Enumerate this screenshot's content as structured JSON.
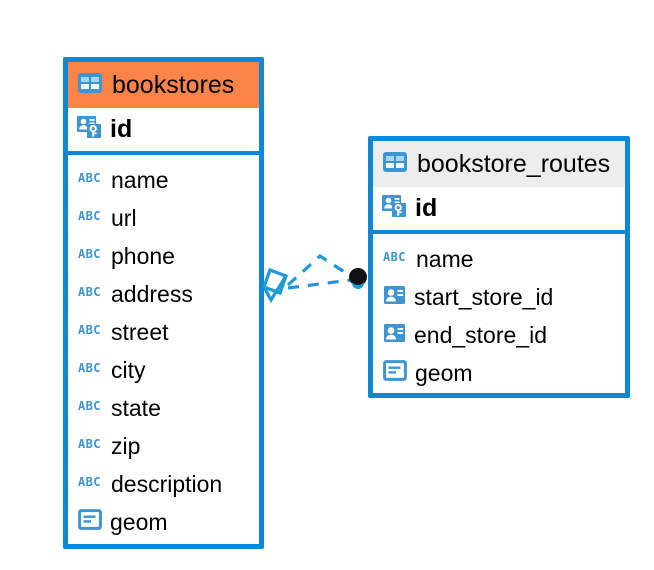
{
  "diagram": {
    "type": "entity-relationship-diagram",
    "background_color": "#ffffff",
    "accent_color": "#0e87d4",
    "highlight_color": "#fd8448",
    "header_gray": "#ededed"
  },
  "entities": [
    {
      "name": "bookstores",
      "header_style": "accent-orange",
      "primary_key": {
        "name": "id",
        "icon": "primary-key-icon"
      },
      "fields": [
        {
          "name": "name",
          "icon": "abc-text-icon"
        },
        {
          "name": "url",
          "icon": "abc-text-icon"
        },
        {
          "name": "phone",
          "icon": "abc-text-icon"
        },
        {
          "name": "address",
          "icon": "abc-text-icon"
        },
        {
          "name": "street",
          "icon": "abc-text-icon"
        },
        {
          "name": "city",
          "icon": "abc-text-icon"
        },
        {
          "name": "state",
          "icon": "abc-text-icon"
        },
        {
          "name": "zip",
          "icon": "abc-text-icon"
        },
        {
          "name": "description",
          "icon": "abc-text-icon"
        },
        {
          "name": "geom",
          "icon": "geometry-blob-icon"
        }
      ]
    },
    {
      "name": "bookstore_routes",
      "header_style": "accent-gray",
      "primary_key": {
        "name": "id",
        "icon": "primary-key-icon"
      },
      "fields": [
        {
          "name": "name",
          "icon": "abc-text-icon"
        },
        {
          "name": "start_store_id",
          "icon": "foreign-key-icon"
        },
        {
          "name": "end_store_id",
          "icon": "foreign-key-icon"
        },
        {
          "name": "geom",
          "icon": "geometry-blob-icon"
        }
      ]
    }
  ],
  "relationships": [
    {
      "from_entity": "bookstores",
      "to_entity": "bookstore_routes",
      "from_marker": "diamond",
      "to_marker": "filled-circle",
      "line_style": "dashed"
    },
    {
      "from_entity": "bookstores",
      "to_entity": "bookstore_routes",
      "from_marker": "diamond",
      "to_marker": "filled-circle",
      "line_style": "dashed"
    }
  ]
}
